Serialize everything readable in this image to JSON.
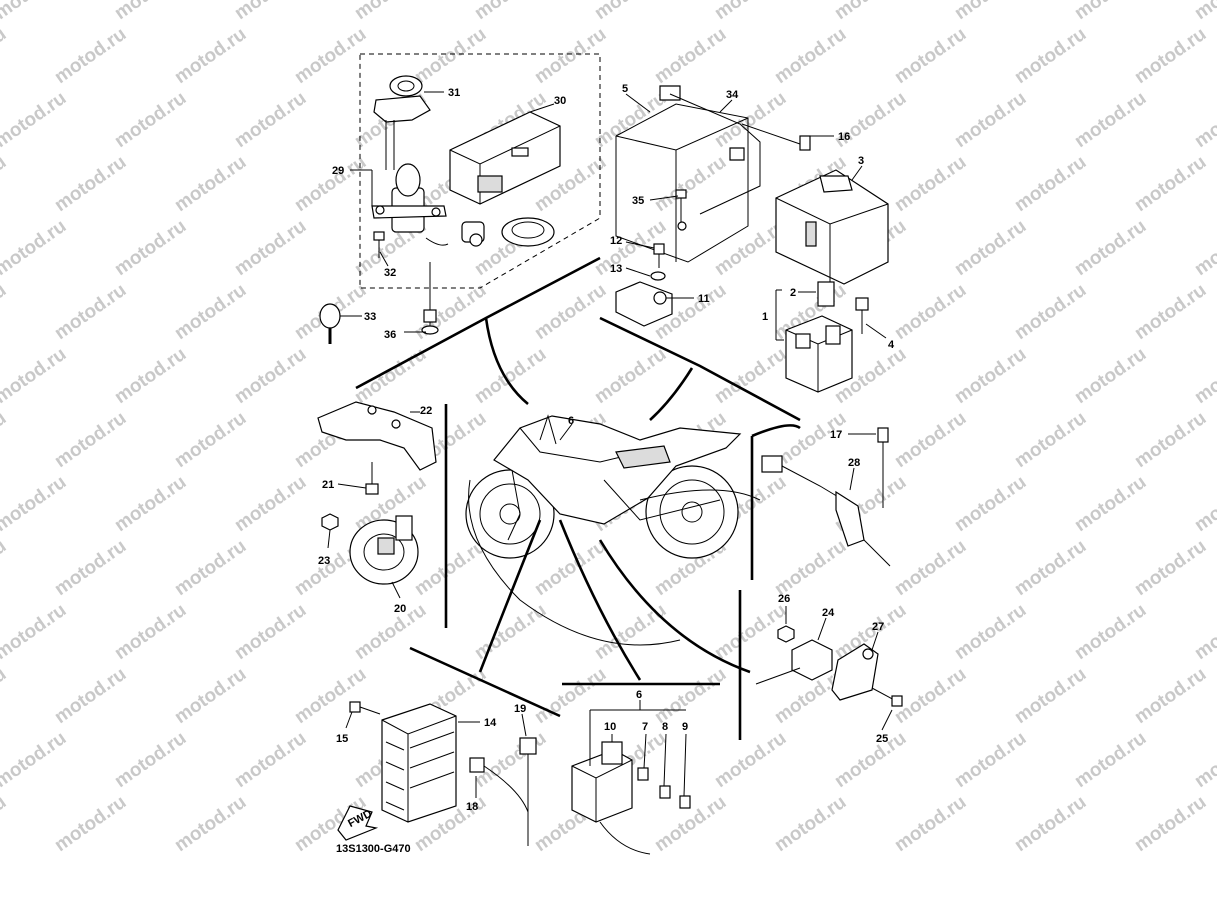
{
  "diagram": {
    "code": "13S1300-G470",
    "fwd_label": "FWD",
    "watermark": "motod.ru",
    "labels": {
      "l1": "1",
      "l2": "2",
      "l3": "3",
      "l4": "4",
      "l5": "5",
      "l6a": "6",
      "l6b": "6",
      "l7": "7",
      "l8": "8",
      "l9": "9",
      "l10": "10",
      "l11": "11",
      "l12": "12",
      "l13": "13",
      "l14": "14",
      "l15": "15",
      "l16": "16",
      "l17": "17",
      "l18": "18",
      "l19": "19",
      "l20": "20",
      "l21": "21",
      "l22": "22",
      "l23": "23",
      "l24": "24",
      "l25": "25",
      "l26": "26",
      "l27": "27",
      "l28": "28",
      "l29": "29",
      "l30": "30",
      "l31": "31",
      "l32": "32",
      "l33": "33",
      "l34": "34",
      "l35": "35",
      "l36": "36"
    }
  }
}
